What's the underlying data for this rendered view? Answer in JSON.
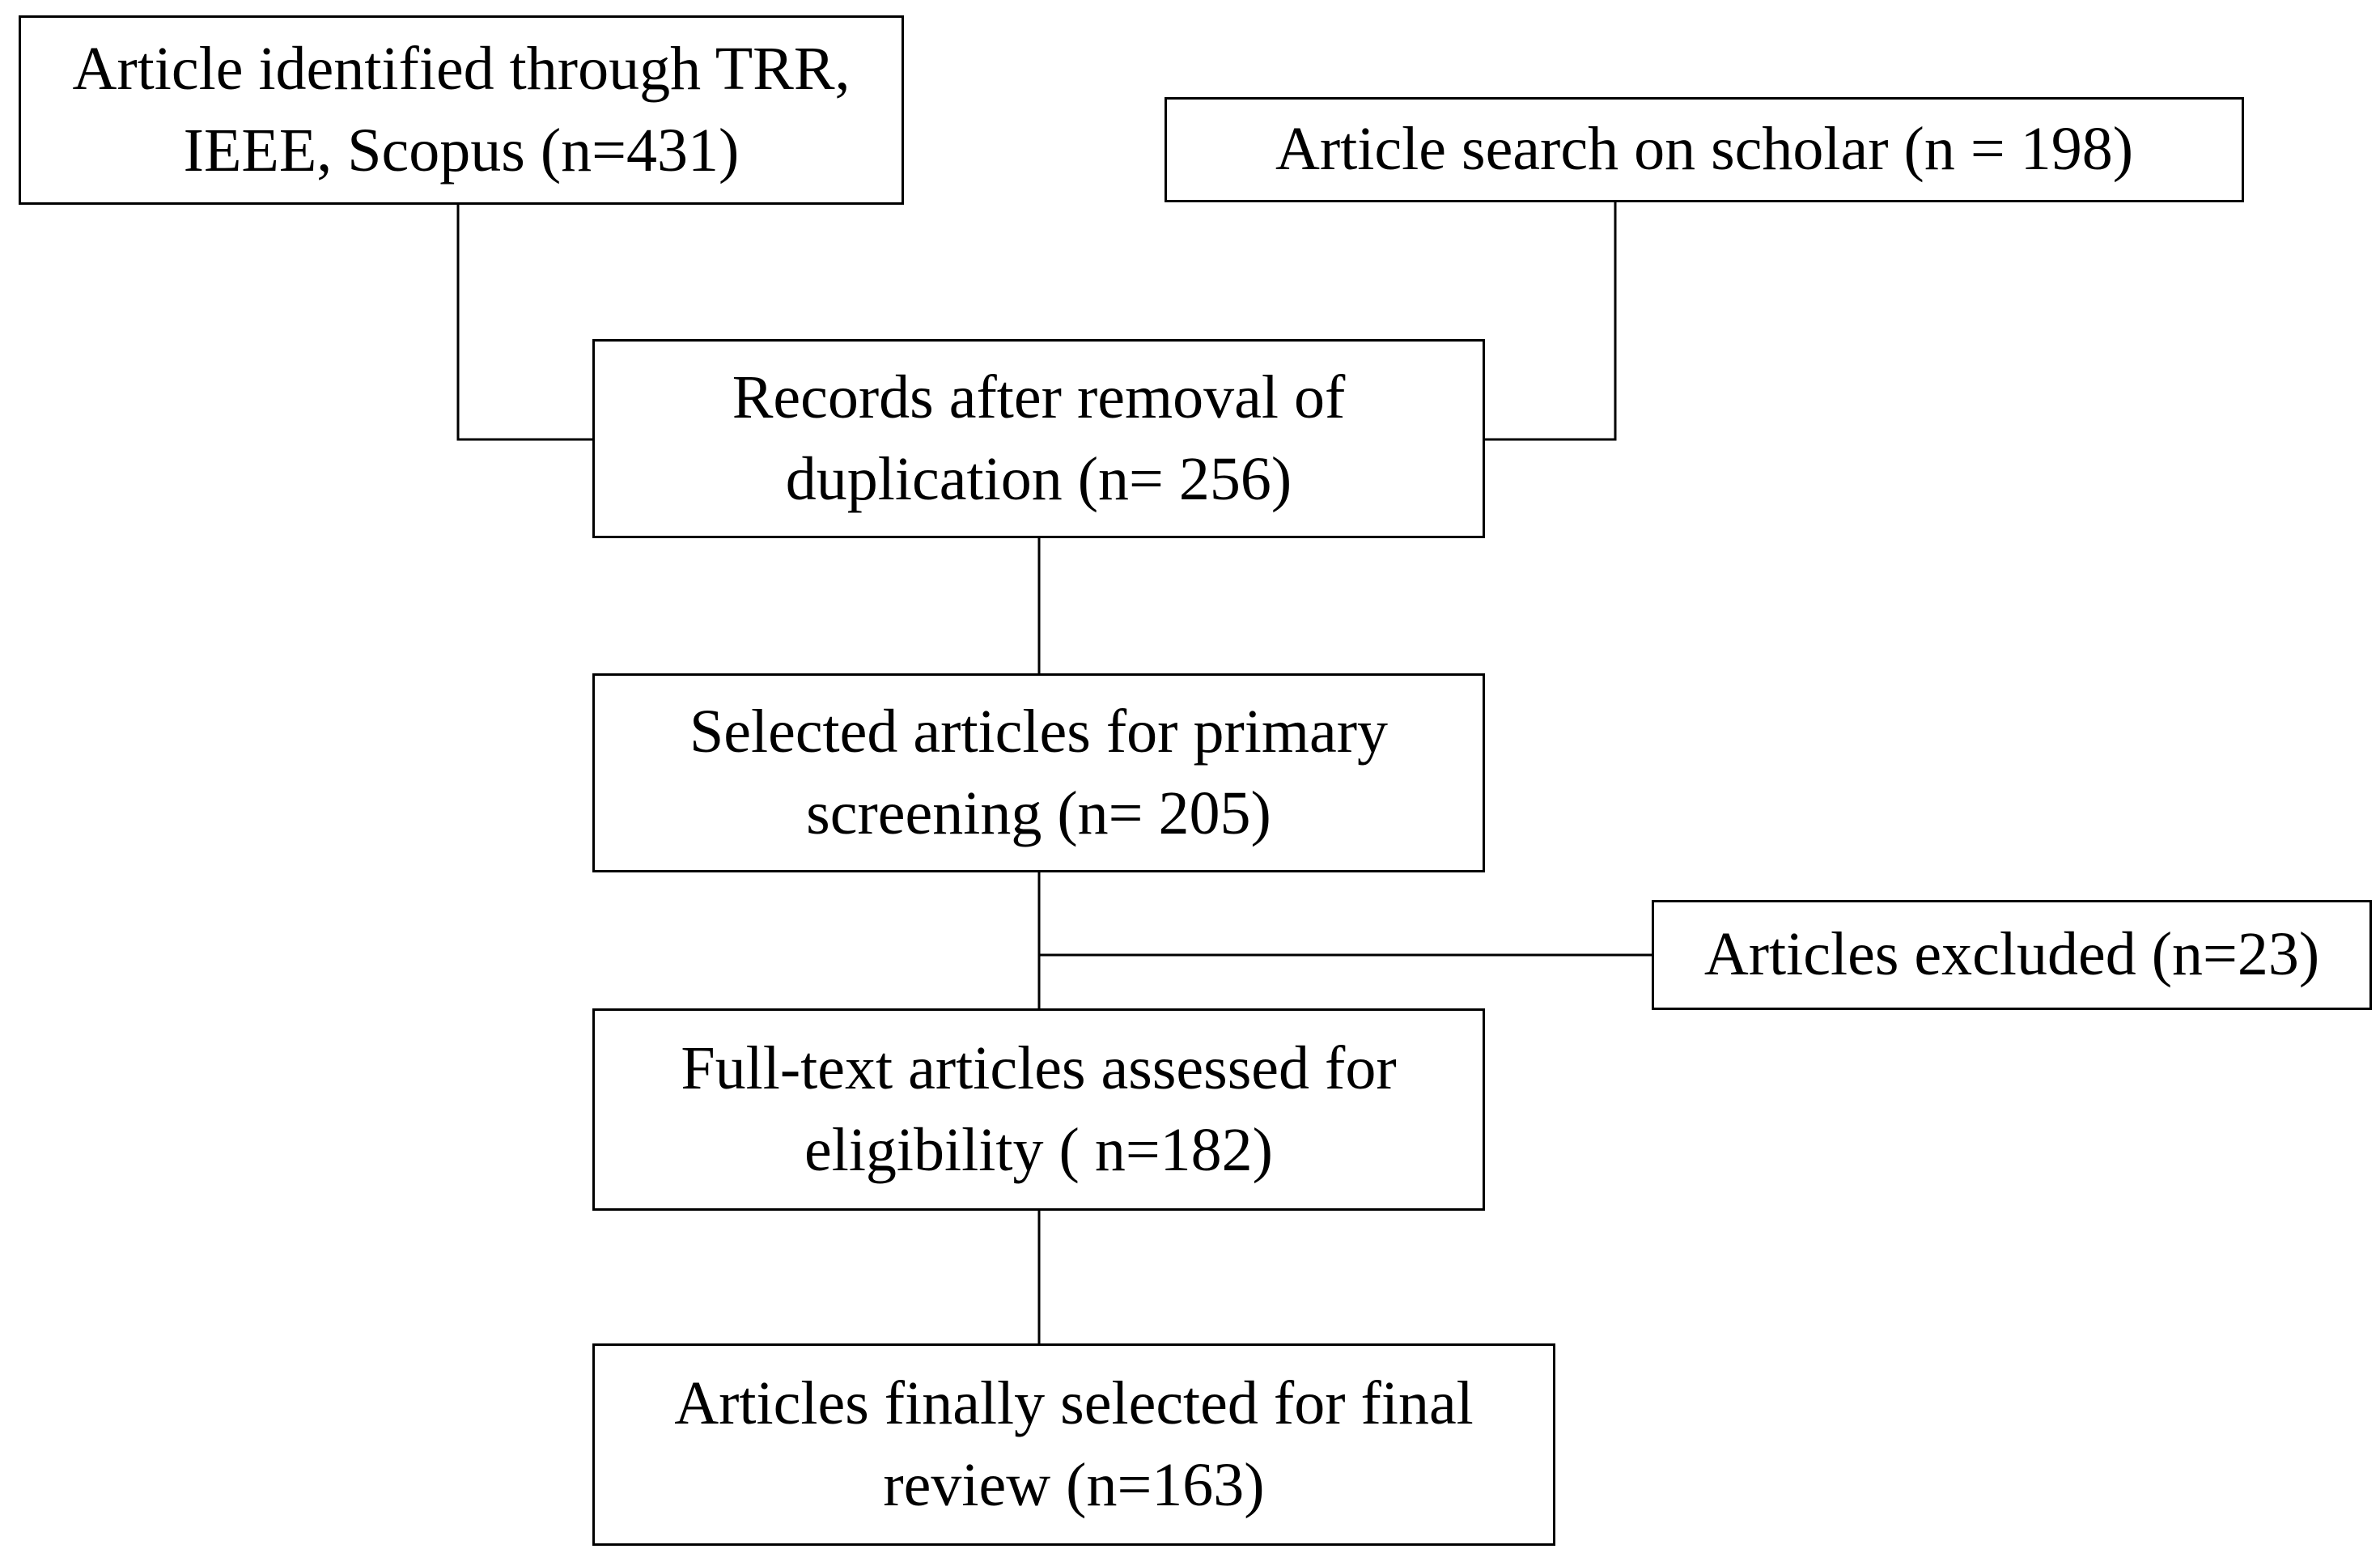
{
  "nodes": [
    {
      "id": "identified",
      "text": "Article identified through TRR,\nIEEE, Scopus (n=431)"
    },
    {
      "id": "scholar",
      "text": "Article search on scholar (n = 198)"
    },
    {
      "id": "records",
      "text": "Records after removal of\nduplication (n= 256)"
    },
    {
      "id": "selected",
      "text": "Selected articles for primary\nscreening (n= 205)"
    },
    {
      "id": "excluded",
      "text": "Articles excluded (n=23)"
    },
    {
      "id": "fulltext",
      "text": "Full-text articles assessed for\neligibility ( n=182)"
    },
    {
      "id": "final",
      "text": "Articles finally selected for final\nreview (n=163)"
    }
  ],
  "edges": [
    {
      "from": "identified",
      "to": "records"
    },
    {
      "from": "scholar",
      "to": "records"
    },
    {
      "from": "records",
      "to": "selected"
    },
    {
      "from": "selected",
      "to": "fulltext"
    },
    {
      "from": "selected",
      "to": "excluded"
    },
    {
      "from": "fulltext",
      "to": "final"
    }
  ],
  "colors": {
    "line": "#000000",
    "box_border": "#000000",
    "background": "#ffffff"
  }
}
